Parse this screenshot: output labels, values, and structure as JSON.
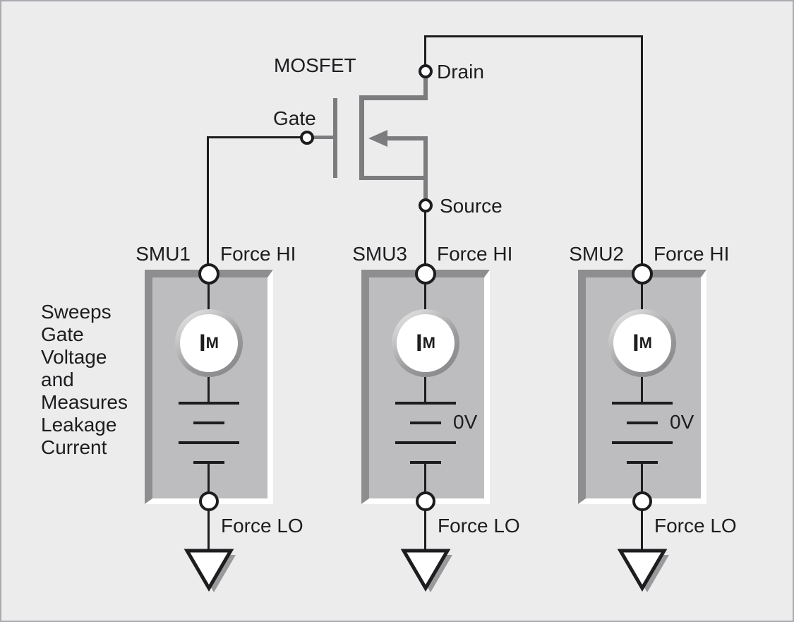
{
  "diagram": {
    "title": "MOSFET",
    "mosfet": {
      "gate_label": "Gate",
      "drain_label": "Drain",
      "source_label": "Source"
    },
    "note_lines": [
      "Sweeps",
      "Gate",
      "Voltage",
      "and",
      "Measures",
      "Leakage",
      "Current"
    ],
    "meter": {
      "symbol": "I",
      "subscript": "M"
    },
    "smus": [
      {
        "name": "SMU1",
        "top_terminal": "Force HI",
        "bottom_terminal": "Force LO",
        "battery_label": ""
      },
      {
        "name": "SMU3",
        "top_terminal": "Force HI",
        "bottom_terminal": "Force LO",
        "battery_label": "0V"
      },
      {
        "name": "SMU2",
        "top_terminal": "Force HI",
        "bottom_terminal": "Force LO",
        "battery_label": "0V"
      }
    ],
    "colors": {
      "background": "#ececed",
      "outer_border": "#a9abb0",
      "mosfet_gray": "#7c7c7f",
      "smu_box_fill": "#bdbdbf",
      "smu_box_bevel_dark": "#8e8e91",
      "smu_box_bevel_light": "#ffffff",
      "wire_black": "#1d1d1f",
      "ground_shadow": "#9a9a9c"
    }
  }
}
